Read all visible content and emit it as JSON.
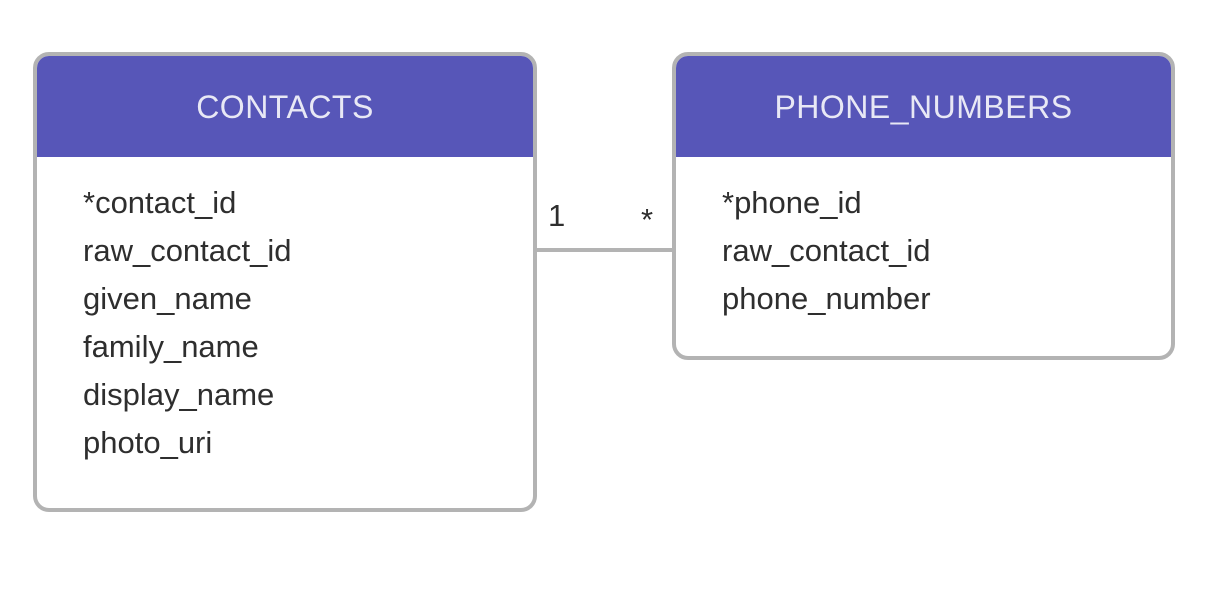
{
  "diagram": {
    "type": "entity-relationship-diagram",
    "background_color": "#ffffff",
    "header_color": "#5756b8",
    "header_text_color": "#e8e8f5",
    "border_color": "#b3b3b3",
    "attribute_text_color": "#2e2e2e"
  },
  "entities": [
    {
      "name": "CONTACTS",
      "attributes": [
        "*contact_id",
        "raw_contact_id",
        "given_name",
        "family_name",
        "display_name",
        "photo_uri"
      ]
    },
    {
      "name": "PHONE_NUMBERS",
      "attributes": [
        "*phone_id",
        "raw_contact_id",
        "phone_number"
      ]
    }
  ],
  "relationship": {
    "from_entity": "CONTACTS",
    "to_entity": "PHONE_NUMBERS",
    "from_cardinality": "1",
    "to_cardinality": "*"
  }
}
